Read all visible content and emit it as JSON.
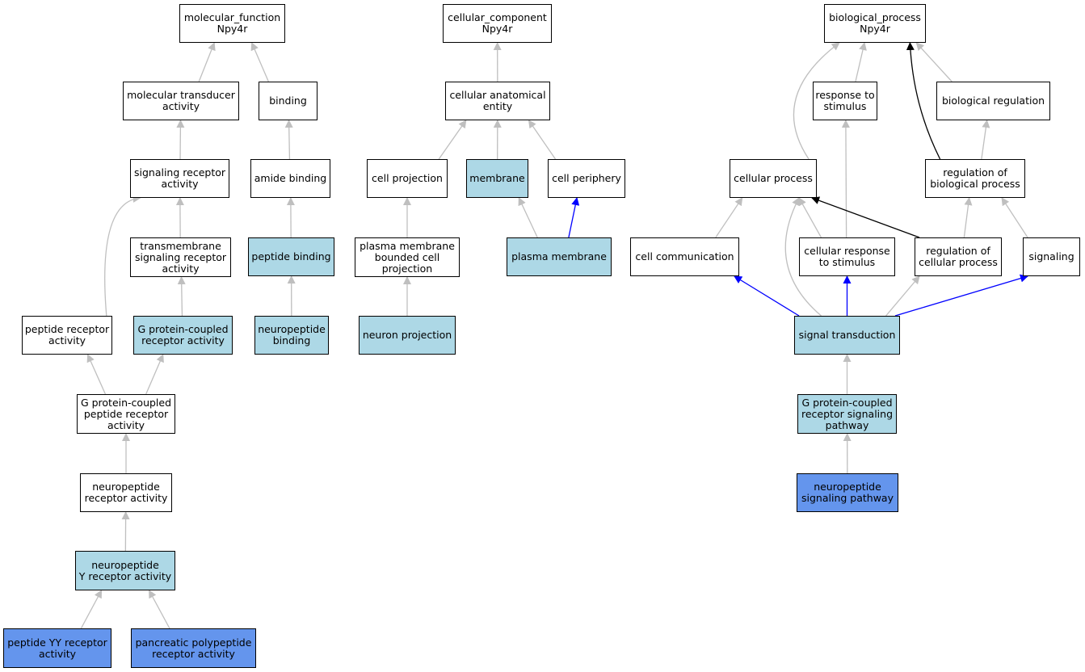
{
  "colors": {
    "highlight": "#add8e6",
    "query": "#6495ed",
    "edge_default": "#bfbfbf",
    "edge_blue": "#0000ff",
    "edge_black": "#000000"
  },
  "nodes": [
    {
      "id": "mf",
      "label": "molecular_function\nNpy4r",
      "style": "plain"
    },
    {
      "id": "mt",
      "label": "molecular transducer\nactivity",
      "style": "plain"
    },
    {
      "id": "bind",
      "label": "binding",
      "style": "plain"
    },
    {
      "id": "sra",
      "label": "signaling receptor\nactivity",
      "style": "plain"
    },
    {
      "id": "amide",
      "label": "amide binding",
      "style": "plain"
    },
    {
      "id": "tsra",
      "label": "transmembrane\nsignaling receptor\nactivity",
      "style": "plain"
    },
    {
      "id": "pepb",
      "label": "peptide binding",
      "style": "hl"
    },
    {
      "id": "pra",
      "label": "peptide receptor\nactivity",
      "style": "plain"
    },
    {
      "id": "gpcr",
      "label": "G protein-coupled\nreceptor activity",
      "style": "hl"
    },
    {
      "id": "npb",
      "label": "neuropeptide\nbinding",
      "style": "hl"
    },
    {
      "id": "gpprа",
      "label": "G protein-coupled\npeptide receptor\nactivity",
      "style": "plain"
    },
    {
      "id": "npra",
      "label": "neuropeptide\nreceptor activity",
      "style": "plain"
    },
    {
      "id": "npyra",
      "label": "neuropeptide\nY receptor activity",
      "style": "hl"
    },
    {
      "id": "pyy",
      "label": "peptide YY receptor\nactivity",
      "style": "query"
    },
    {
      "id": "ppra",
      "label": "pancreatic polypeptide\nreceptor activity",
      "style": "query"
    },
    {
      "id": "cc",
      "label": "cellular_component\nNpy4r",
      "style": "plain"
    },
    {
      "id": "cae",
      "label": "cellular anatomical\nentity",
      "style": "plain"
    },
    {
      "id": "cp",
      "label": "cell projection",
      "style": "plain"
    },
    {
      "id": "mem",
      "label": "membrane",
      "style": "hl"
    },
    {
      "id": "cper",
      "label": "cell periphery",
      "style": "plain"
    },
    {
      "id": "pmbcp",
      "label": "plasma membrane\nbounded cell\nprojection",
      "style": "plain"
    },
    {
      "id": "pm",
      "label": "plasma membrane",
      "style": "hl"
    },
    {
      "id": "np",
      "label": "neuron projection",
      "style": "hl"
    },
    {
      "id": "bp",
      "label": "biological_process\nNpy4r",
      "style": "plain"
    },
    {
      "id": "rts",
      "label": "response to\nstimulus",
      "style": "plain"
    },
    {
      "id": "breg",
      "label": "biological regulation",
      "style": "plain"
    },
    {
      "id": "cpr",
      "label": "cellular process",
      "style": "plain"
    },
    {
      "id": "rbp",
      "label": "regulation of\nbiological process",
      "style": "plain"
    },
    {
      "id": "ccom",
      "label": "cell communication",
      "style": "plain"
    },
    {
      "id": "crs",
      "label": "cellular response\nto stimulus",
      "style": "plain"
    },
    {
      "id": "rcp",
      "label": "regulation of\ncellular process",
      "style": "plain"
    },
    {
      "id": "sig",
      "label": "signaling",
      "style": "plain"
    },
    {
      "id": "st",
      "label": "signal transduction",
      "style": "hl"
    },
    {
      "id": "gpcrsp",
      "label": "G protein-coupled\nreceptor signaling\npathway",
      "style": "hl"
    },
    {
      "id": "npsp",
      "label": "neuropeptide\nsignaling pathway",
      "style": "query"
    }
  ],
  "edges": [
    {
      "from": "mt",
      "to": "mf",
      "color": "default"
    },
    {
      "from": "bind",
      "to": "mf",
      "color": "default"
    },
    {
      "from": "sra",
      "to": "mt",
      "color": "default"
    },
    {
      "from": "amide",
      "to": "bind",
      "color": "default"
    },
    {
      "from": "tsra",
      "to": "sra",
      "color": "default"
    },
    {
      "from": "pepb",
      "to": "amide",
      "color": "default"
    },
    {
      "from": "pra",
      "to": "sra",
      "color": "default"
    },
    {
      "from": "gpcr",
      "to": "tsra",
      "color": "default"
    },
    {
      "from": "npb",
      "to": "pepb",
      "color": "default"
    },
    {
      "from": "gpprа",
      "to": "pra",
      "color": "default"
    },
    {
      "from": "gpprа",
      "to": "gpcr",
      "color": "default"
    },
    {
      "from": "npra",
      "to": "gpprа",
      "color": "default"
    },
    {
      "from": "npyra",
      "to": "npra",
      "color": "default"
    },
    {
      "from": "pyy",
      "to": "npyra",
      "color": "default"
    },
    {
      "from": "ppra",
      "to": "npyra",
      "color": "default"
    },
    {
      "from": "cae",
      "to": "cc",
      "color": "default"
    },
    {
      "from": "cp",
      "to": "cae",
      "color": "default"
    },
    {
      "from": "mem",
      "to": "cae",
      "color": "default"
    },
    {
      "from": "cper",
      "to": "cae",
      "color": "default"
    },
    {
      "from": "pmbcp",
      "to": "cp",
      "color": "default"
    },
    {
      "from": "pm",
      "to": "mem",
      "color": "default"
    },
    {
      "from": "pm",
      "to": "cper",
      "color": "blue"
    },
    {
      "from": "np",
      "to": "pmbcp",
      "color": "default"
    },
    {
      "from": "cpr",
      "to": "bp",
      "color": "default"
    },
    {
      "from": "rts",
      "to": "bp",
      "color": "default"
    },
    {
      "from": "rbp",
      "to": "bp",
      "color": "black"
    },
    {
      "from": "breg",
      "to": "bp",
      "color": "default"
    },
    {
      "from": "rbp",
      "to": "breg",
      "color": "default"
    },
    {
      "from": "ccom",
      "to": "cpr",
      "color": "default"
    },
    {
      "from": "crs",
      "to": "cpr",
      "color": "default"
    },
    {
      "from": "crs",
      "to": "rts",
      "color": "default"
    },
    {
      "from": "rcp",
      "to": "cpr",
      "color": "black"
    },
    {
      "from": "rcp",
      "to": "rbp",
      "color": "default"
    },
    {
      "from": "sig",
      "to": "rbp",
      "color": "default"
    },
    {
      "from": "st",
      "to": "cpr",
      "color": "default"
    },
    {
      "from": "st",
      "to": "ccom",
      "color": "blue"
    },
    {
      "from": "st",
      "to": "crs",
      "color": "blue"
    },
    {
      "from": "st",
      "to": "rcp",
      "color": "default"
    },
    {
      "from": "st",
      "to": "sig",
      "color": "blue"
    },
    {
      "from": "gpcrsp",
      "to": "st",
      "color": "default"
    },
    {
      "from": "npsp",
      "to": "gpcrsp",
      "color": "default"
    }
  ]
}
